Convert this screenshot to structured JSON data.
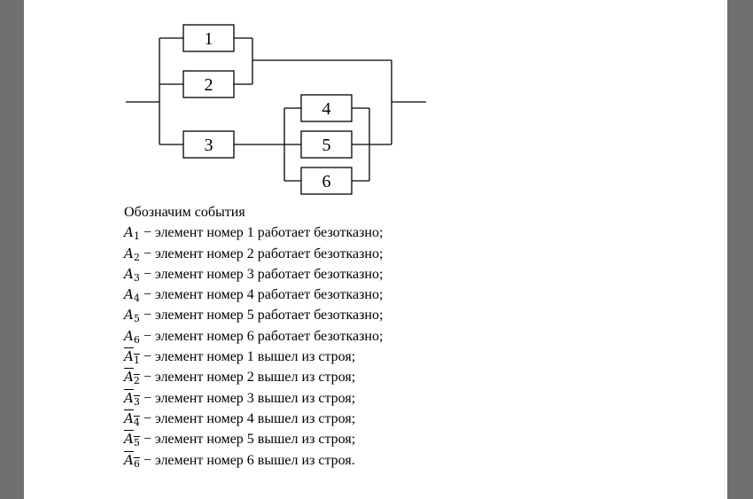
{
  "diagram": {
    "blocks": [
      {
        "label": "1"
      },
      {
        "label": "2"
      },
      {
        "label": "3"
      },
      {
        "label": "4"
      },
      {
        "label": "5"
      },
      {
        "label": "6"
      }
    ]
  },
  "text": {
    "intro": "Обозначим события",
    "var_letter": "A",
    "items": [
      {
        "sub": "1",
        "text": " − элемент номер 1 работает безотказно;"
      },
      {
        "sub": "2",
        "text": " − элемент номер 2 работает безотказно;"
      },
      {
        "sub": "3",
        "text": " − элемент номер 3 работает безотказно;"
      },
      {
        "sub": "4",
        "text": " − элемент номер 4 работает безотказно;"
      },
      {
        "sub": "5",
        "text": " − элемент номер 5 работает безотказно;"
      },
      {
        "sub": "6",
        "text": " − элемент номер 6 работает безотказно;"
      }
    ],
    "negated_items": [
      {
        "sub": "1",
        "text": " − элемент номер 1 вышел из строя;"
      },
      {
        "sub": "2",
        "text": " − элемент номер 2 вышел из строя;"
      },
      {
        "sub": "3",
        "text": " − элемент номер 3 вышел из строя;"
      },
      {
        "sub": "4",
        "text": " − элемент номер 4 вышел из строя;"
      },
      {
        "sub": "5",
        "text": " − элемент номер 5 вышел из строя;"
      },
      {
        "sub": "6",
        "text": " − элемент номер 6 вышел из строя."
      }
    ]
  }
}
